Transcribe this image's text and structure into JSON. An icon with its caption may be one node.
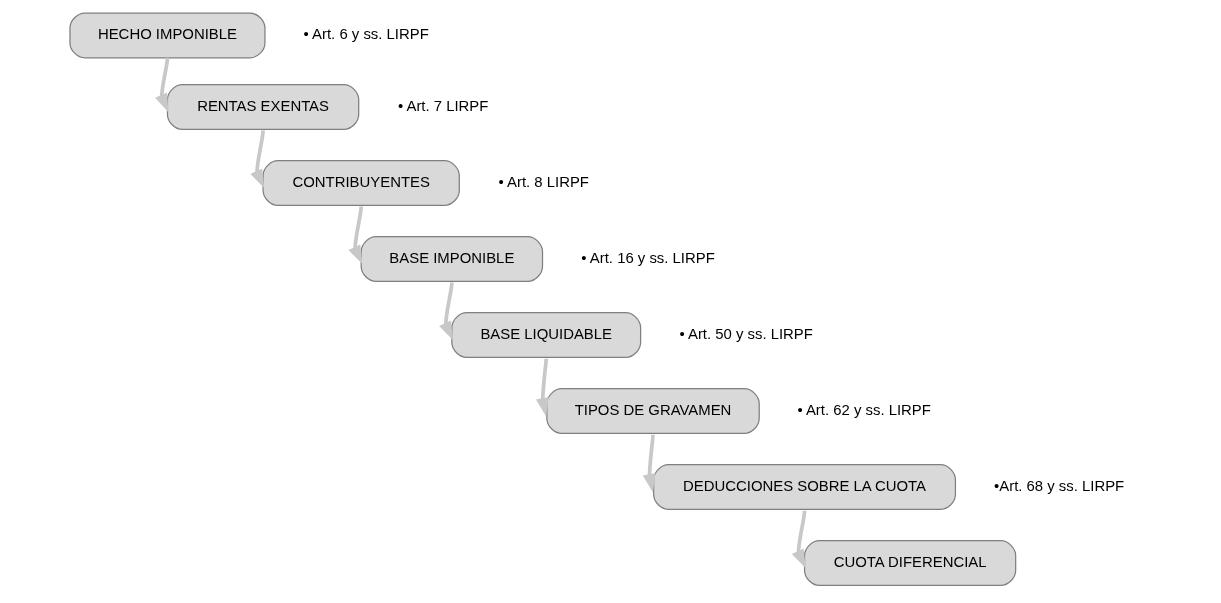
{
  "diagram": {
    "nodes": [
      {
        "text": [
          "HECHO IMPONIBLE"
        ],
        "beside": [
          "• Art. 6 y ss. LIRPF"
        ]
      },
      {
        "text": [
          "RENTAS EXENTAS"
        ],
        "beside": [
          "• Art. 7 LIRPF"
        ]
      },
      {
        "text": [
          "CONTRIBUYENTES"
        ],
        "beside": [
          "• Art. 8 LIRPF"
        ]
      },
      {
        "text": [
          "BASE IMPONIBLE"
        ],
        "beside": [
          "• Art. 16 y ss. LIRPF"
        ]
      },
      {
        "text": [
          "BASE LIQUIDABLE"
        ],
        "beside": [
          "• Art. 50 y ss. LIRPF"
        ]
      },
      {
        "text": [
          "TIPOS DE GRAVAMEN"
        ],
        "beside": [
          "• Art. 62 y ss. LIRPF"
        ]
      },
      {
        "text": [
          "DEDUCCIONES SOBRE LA CUOTA"
        ],
        "beside": [
          "•Art. 68 y ss. LIRPF"
        ]
      },
      {
        "text": [
          "CUOTA DIFERENCIAL"
        ]
      }
    ],
    "edges": [
      {
        "from": 0,
        "to": 1,
        "arrow": "to"
      },
      {
        "from": 1,
        "to": 2,
        "arrow": "to"
      },
      {
        "from": 2,
        "to": 3,
        "arrow": "to"
      },
      {
        "from": 3,
        "to": 4,
        "arrow": "to"
      },
      {
        "from": 4,
        "to": 5,
        "arrow": "to"
      },
      {
        "from": 5,
        "to": 6,
        "arrow": "to"
      },
      {
        "from": 6,
        "to": 7,
        "arrow": "to"
      }
    ]
  }
}
